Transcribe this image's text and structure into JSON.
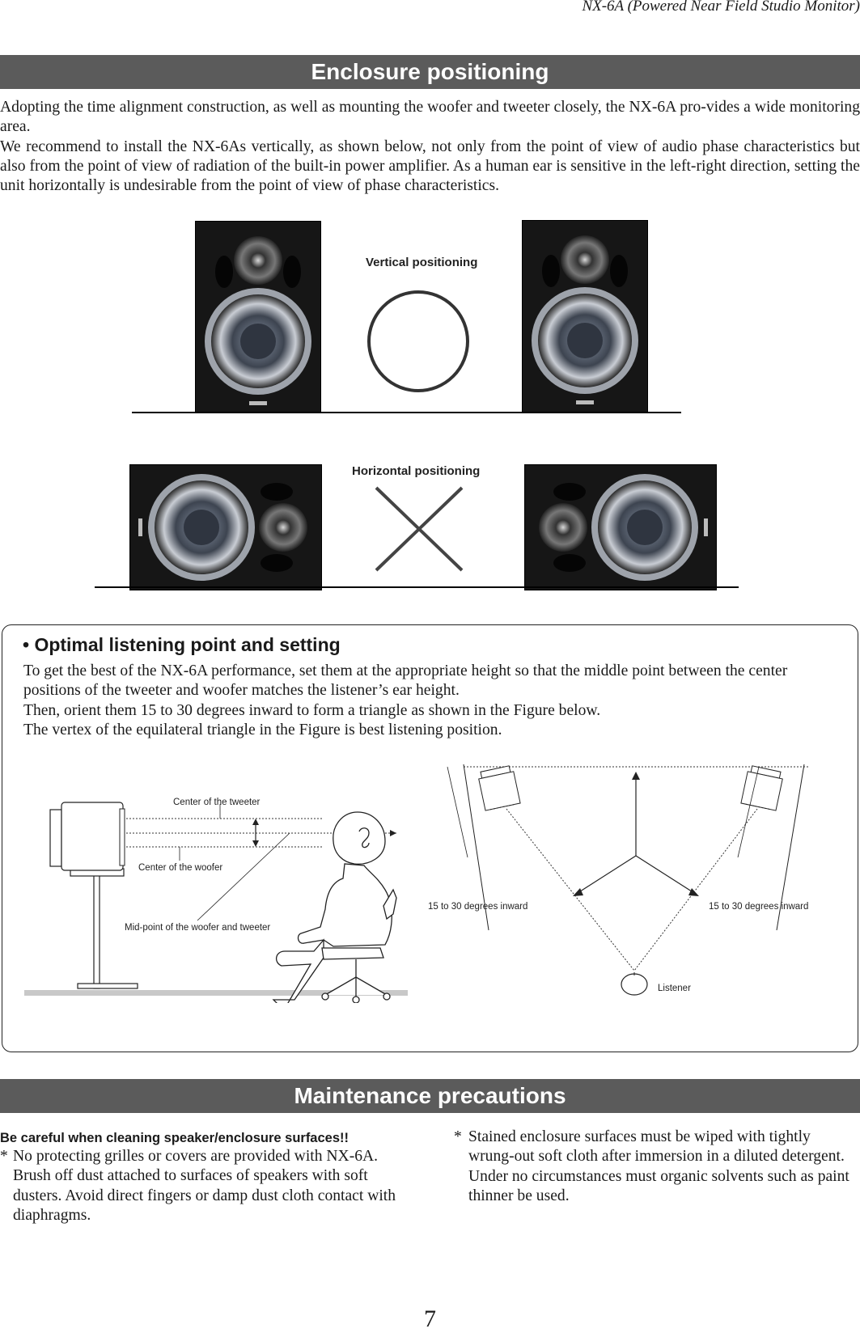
{
  "header": {
    "running_title": "NX-6A (Powered Near Field Studio Monitor)"
  },
  "sections": {
    "enclosure_title": "Enclosure positioning",
    "maintenance_title": "Maintenance precautions"
  },
  "enclosure": {
    "paragraph1": "Adopting the time alignment construction, as well as mounting the woofer and tweeter closely, the NX-6A pro-vides a wide monitoring area.",
    "paragraph2": "We recommend to install the NX-6As vertically, as shown below, not only from the point of view of audio phase characteristics but also from the point of view of radiation of the built-in power amplifier. As a human ear is sensitive in the left-right direction, setting the unit horizontally is undesirable from the point of view of phase characteristics.",
    "vertical_label": "Vertical positioning",
    "horizontal_label": "Horizontal positioning"
  },
  "listening": {
    "title": "• Optimal listening point and setting",
    "paragraph1": "To get the best of the NX-6A performance, set them at the appropriate height so that the middle point between the center positions of the tweeter and woofer matches the listener’s ear height.",
    "paragraph2": "Then, orient them 15 to 30 degrees inward to form a triangle as shown in the Figure below.",
    "paragraph3": "The vertex of the equilateral triangle in the Figure is best listening position.",
    "side_figure": {
      "tweeter_label": "Center of the tweeter",
      "woofer_label": "Center of the woofer",
      "midpoint_label": "Mid-point of the woofer and tweeter"
    },
    "top_figure": {
      "left_angle_label": "15 to 30 degrees inward",
      "right_angle_label": "15 to 30 degrees inward",
      "listener_label": "Listener"
    }
  },
  "maintenance": {
    "heading": "Be careful when cleaning speaker/enclosure surfaces!!",
    "bullet_mark": "*",
    "note1": "No protecting grilles or covers are provided with NX-6A.  Brush off dust attached to surfaces of speakers with soft dusters.  Avoid direct fingers or damp dust cloth contact with diaphragms.",
    "note2": "Stained enclosure surfaces must be wiped with tightly wrung-out soft cloth after immersion in a diluted detergent.  Under no circumstances must organic solvents such as paint thinner be used."
  },
  "footer": {
    "page_number": "7"
  }
}
